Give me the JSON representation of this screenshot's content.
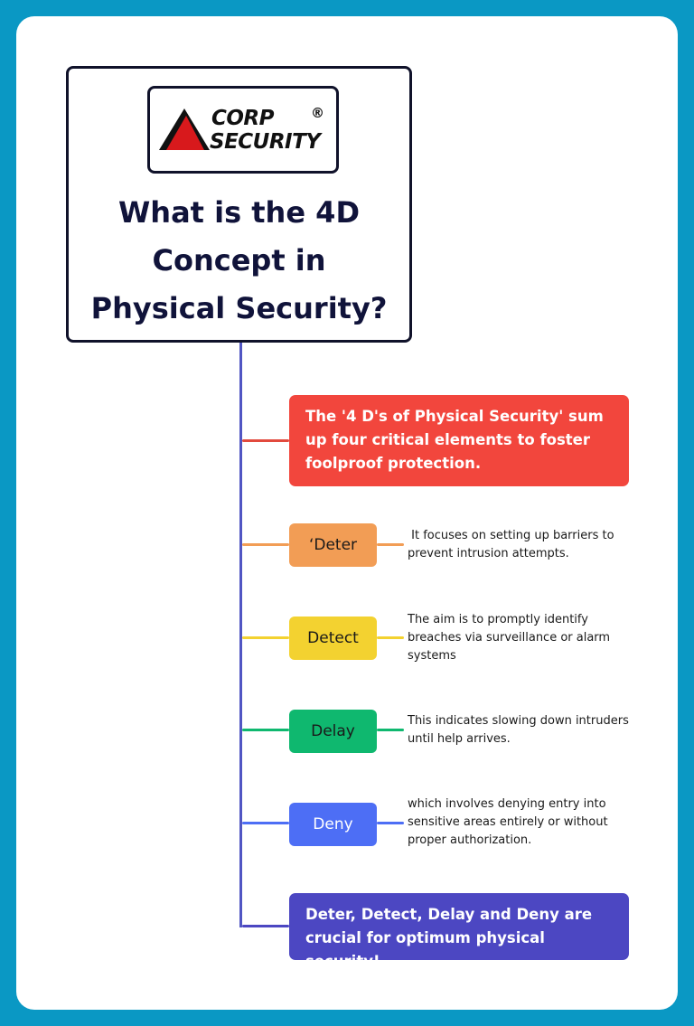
{
  "logo": {
    "line1": "CORP",
    "line2": "SECURITY",
    "registered": "®"
  },
  "title": {
    "line1": "What is the 4D",
    "line2": "Concept in",
    "line3": "Physical Security?"
  },
  "intro": "The '4 D's of Physical Security' sum up four critical elements to foster foolproof protection.",
  "items": [
    {
      "label": "‘Deter",
      "description": " It focuses on setting up barriers to prevent intrusion attempts.",
      "color": "#f29d55"
    },
    {
      "label": "Detect",
      "description": "The aim is to promptly identify breaches via surveillance or alarm systems",
      "color": "#f3d230"
    },
    {
      "label": "Delay",
      "description": "This indicates slowing down intruders until help arrives.",
      "color": "#0fb86f"
    },
    {
      "label": "Deny",
      "description": "which involves denying entry into sensitive areas entirely or without proper authorization.",
      "color": "#4d6ef5"
    }
  ],
  "conclusion": "Deter, Detect, Delay and Deny are crucial for optimum physical security!",
  "colors": {
    "background": "#0a98c4",
    "intro": "#f2463d",
    "conclusion": "#4c47c2",
    "trunk": "#5156c3"
  }
}
